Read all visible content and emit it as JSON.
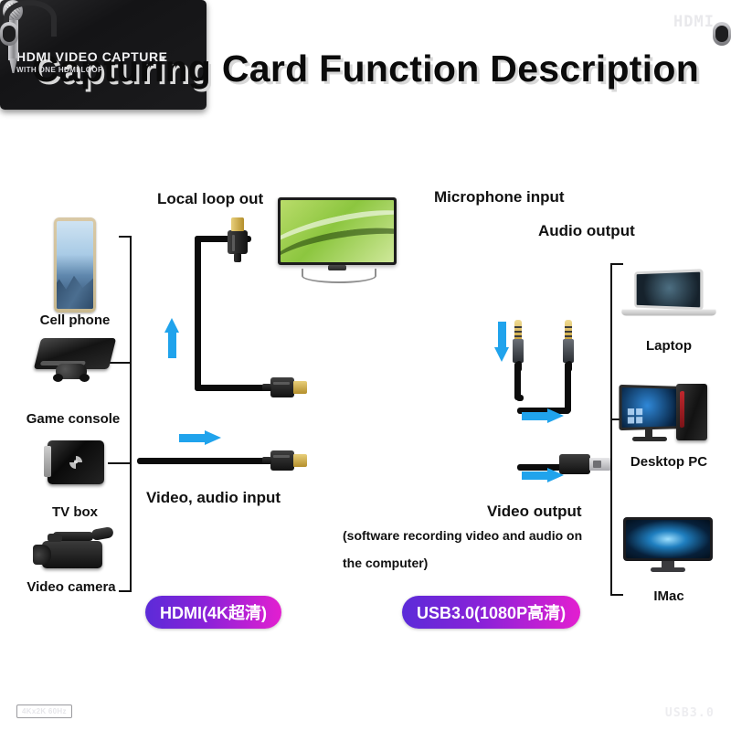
{
  "title": "Capturing Card Function Description",
  "labels": {
    "local_loop_out": "Local loop out",
    "microphone_input": "Microphone input",
    "audio_output": "Audio output",
    "video_audio_input": "Video, audio input",
    "video_output": "Video output",
    "note_line1": "(software recording video and audio on",
    "note_line2": "the computer)"
  },
  "device": {
    "hdmi_logo": "HDMI",
    "title_line": "HDMI VIDEO CAPTURE",
    "subtitle_line": "WITH ONE HDMI LOOP",
    "spec_badge": "4Kx2K 60Hz",
    "usb_label": "USB3.0"
  },
  "sources": [
    {
      "label": "Cell phone"
    },
    {
      "label": "Game console"
    },
    {
      "label": "TV box"
    },
    {
      "label": "Video camera"
    }
  ],
  "outputs": [
    {
      "label": "Laptop"
    },
    {
      "label": "Desktop PC"
    },
    {
      "label": "IMac"
    }
  ],
  "badges": [
    {
      "text": "HDMI(4K超清)"
    },
    {
      "text": "USB3.0(1080P高清)"
    }
  ],
  "colors": {
    "arrow_blue": "#20a3ec",
    "badge_gradient_start": "#5b2bd8",
    "badge_gradient_end": "#e31fd0",
    "device_body": "#141416",
    "text": "#111111",
    "tv_screen_green": "#8cc63f"
  }
}
